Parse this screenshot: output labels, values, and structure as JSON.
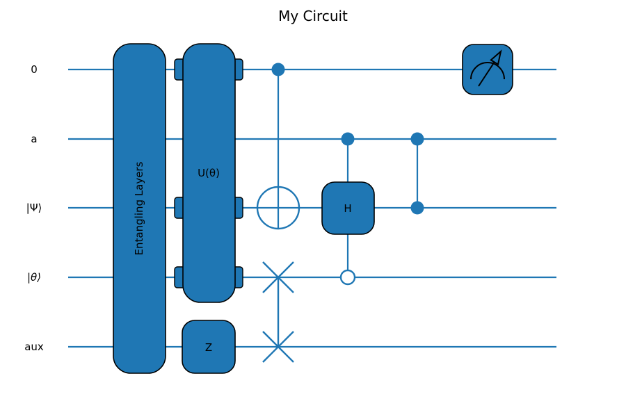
{
  "title": "My Circuit",
  "colors": {
    "accent": "#1f77b4",
    "edge": "#000000",
    "background": "#ffffff",
    "label_text": "#000000"
  },
  "wires": [
    {
      "label": "0"
    },
    {
      "label": "a"
    },
    {
      "label": "|Ψ⟩"
    },
    {
      "label": "|θ⟩"
    },
    {
      "label": "aux"
    }
  ],
  "gates": {
    "entangling_layers": {
      "label": "Entangling Layers",
      "type": "multi-qubit-box",
      "wires": [
        "0",
        "a",
        "|Ψ⟩",
        "|θ⟩",
        "aux"
      ]
    },
    "u_theta": {
      "label": "U(θ)",
      "type": "multi-qubit-box",
      "wires": [
        "0",
        "|Ψ⟩",
        "|θ⟩"
      ],
      "pass_through": [
        "a"
      ]
    },
    "z_gate": {
      "label": "Z",
      "type": "single-qubit-box",
      "wires": [
        "aux"
      ]
    },
    "cnot": {
      "type": "cnot",
      "control": "0",
      "target": "|Ψ⟩"
    },
    "swap": {
      "type": "swap",
      "wires": [
        "|θ⟩",
        "aux"
      ]
    },
    "controlled_h": {
      "label": "H",
      "type": "controlled-box",
      "control": "a",
      "open_control": "|θ⟩",
      "target": "|Ψ⟩"
    },
    "cz": {
      "type": "cz",
      "wires": [
        "a",
        "|Ψ⟩"
      ]
    },
    "measurement": {
      "type": "measurement",
      "wire": "0"
    }
  }
}
